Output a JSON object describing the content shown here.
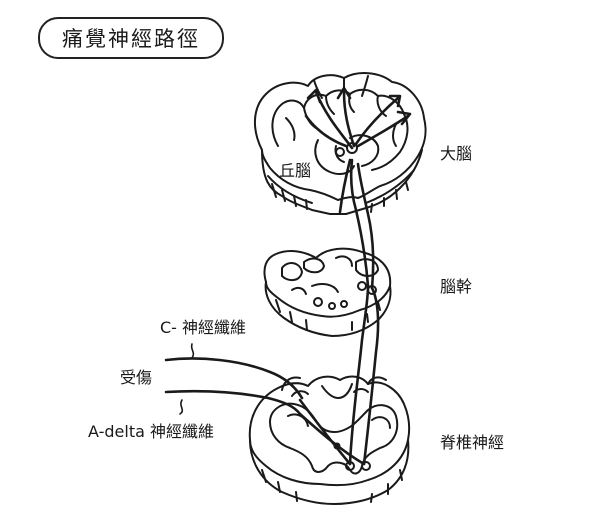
{
  "title": "痛覺神經路徑",
  "labels": {
    "thalamus": "丘腦",
    "cerebrum": "大腦",
    "brainstem": "腦幹",
    "spinal_cord": "脊椎神經",
    "c_fiber": "C- 神經纖維",
    "injury": "受傷",
    "a_delta_fiber": "A-delta 神經纖維"
  }
}
